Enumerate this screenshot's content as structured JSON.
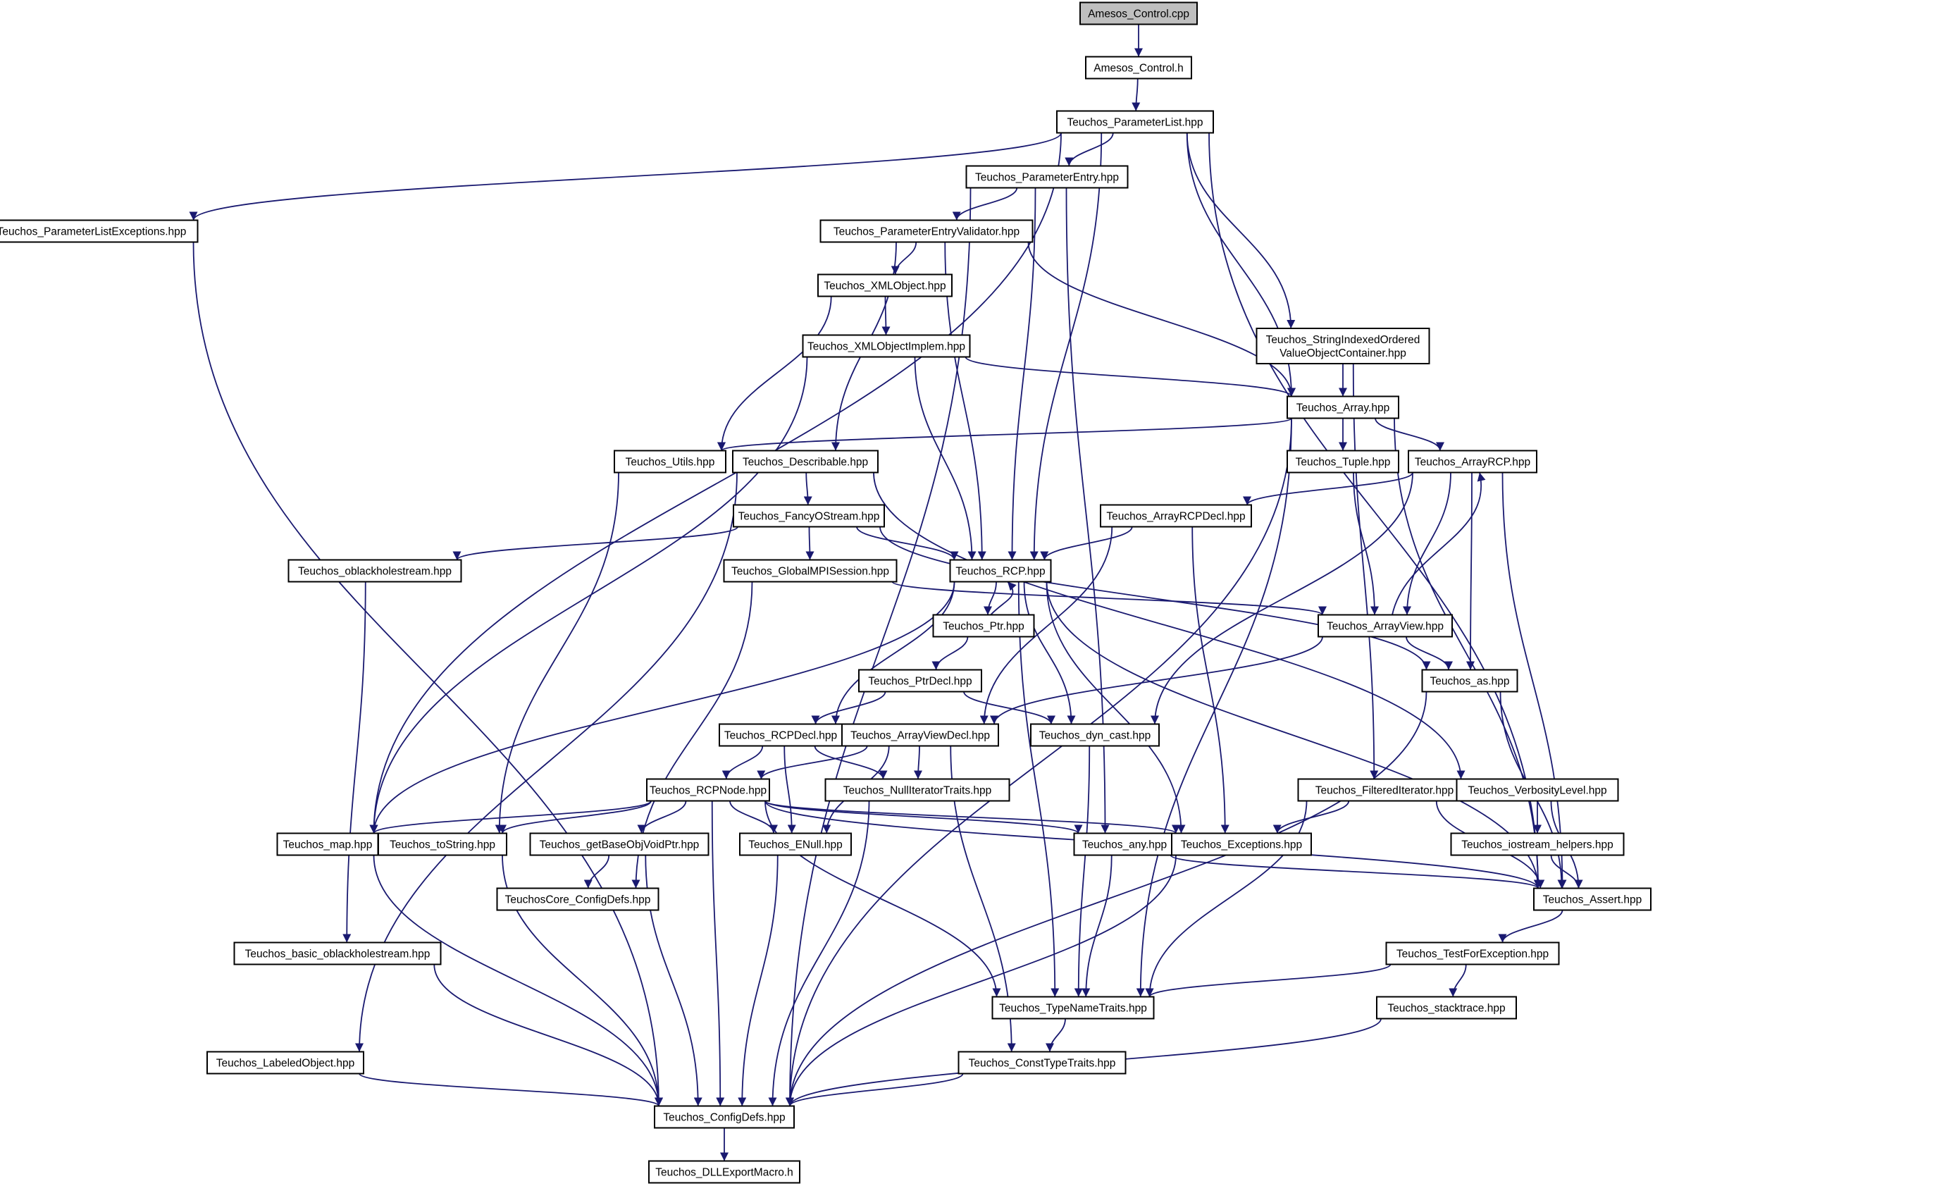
{
  "diagram": {
    "colors": {
      "edge": "#191970",
      "node_border": "#000000",
      "node_fill": "#ffffff",
      "root_fill": "#bfbfbf"
    },
    "nodes": [
      {
        "id": "amesos_control_cpp",
        "lines": [
          "Amesos_Control.cpp"
        ],
        "root": true
      },
      {
        "id": "amesos_control_h",
        "lines": [
          "Amesos_Control.h"
        ]
      },
      {
        "id": "parameterlist",
        "lines": [
          "Teuchos_ParameterList.hpp"
        ]
      },
      {
        "id": "parameterlistexceptions",
        "lines": [
          "Teuchos_ParameterListExceptions.hpp"
        ]
      },
      {
        "id": "parameterentry",
        "lines": [
          "Teuchos_ParameterEntry.hpp"
        ]
      },
      {
        "id": "parameterentryvalidator",
        "lines": [
          "Teuchos_ParameterEntryValidator.hpp"
        ]
      },
      {
        "id": "xmlobject",
        "lines": [
          "Teuchos_XMLObject.hpp"
        ]
      },
      {
        "id": "xmlobjectimplem",
        "lines": [
          "Teuchos_XMLObjectImplem.hpp"
        ]
      },
      {
        "id": "stringindexed",
        "lines": [
          "Teuchos_StringIndexedOrdered",
          "ValueObjectContainer.hpp"
        ]
      },
      {
        "id": "array",
        "lines": [
          "Teuchos_Array.hpp"
        ]
      },
      {
        "id": "utils",
        "lines": [
          "Teuchos_Utils.hpp"
        ]
      },
      {
        "id": "describable",
        "lines": [
          "Teuchos_Describable.hpp"
        ]
      },
      {
        "id": "tuple",
        "lines": [
          "Teuchos_Tuple.hpp"
        ]
      },
      {
        "id": "arrayrcp",
        "lines": [
          "Teuchos_ArrayRCP.hpp"
        ]
      },
      {
        "id": "fancyostream",
        "lines": [
          "Teuchos_FancyOStream.hpp"
        ]
      },
      {
        "id": "arrayrcpdecl",
        "lines": [
          "Teuchos_ArrayRCPDecl.hpp"
        ]
      },
      {
        "id": "oblackholestream",
        "lines": [
          "Teuchos_oblackholestream.hpp"
        ]
      },
      {
        "id": "globalmpisession",
        "lines": [
          "Teuchos_GlobalMPISession.hpp"
        ]
      },
      {
        "id": "rcp",
        "lines": [
          "Teuchos_RCP.hpp"
        ]
      },
      {
        "id": "ptr",
        "lines": [
          "Teuchos_Ptr.hpp"
        ]
      },
      {
        "id": "arrayview",
        "lines": [
          "Teuchos_ArrayView.hpp"
        ]
      },
      {
        "id": "ptrdecl",
        "lines": [
          "Teuchos_PtrDecl.hpp"
        ]
      },
      {
        "id": "as",
        "lines": [
          "Teuchos_as.hpp"
        ]
      },
      {
        "id": "rcpdecl",
        "lines": [
          "Teuchos_RCPDecl.hpp"
        ]
      },
      {
        "id": "arrayviewdecl",
        "lines": [
          "Teuchos_ArrayViewDecl.hpp"
        ]
      },
      {
        "id": "dyn_cast",
        "lines": [
          "Teuchos_dyn_cast.hpp"
        ]
      },
      {
        "id": "rcpnode",
        "lines": [
          "Teuchos_RCPNode.hpp"
        ]
      },
      {
        "id": "nulliteratortraits",
        "lines": [
          "Teuchos_NullIteratorTraits.hpp"
        ]
      },
      {
        "id": "filterediterator",
        "lines": [
          "Teuchos_FilteredIterator.hpp"
        ]
      },
      {
        "id": "verbositylevel",
        "lines": [
          "Teuchos_VerbosityLevel.hpp"
        ]
      },
      {
        "id": "map",
        "lines": [
          "Teuchos_map.hpp"
        ]
      },
      {
        "id": "tostring",
        "lines": [
          "Teuchos_toString.hpp"
        ]
      },
      {
        "id": "getbaseobjvoidptr",
        "lines": [
          "Teuchos_getBaseObjVoidPtr.hpp"
        ]
      },
      {
        "id": "enull",
        "lines": [
          "Teuchos_ENull.hpp"
        ]
      },
      {
        "id": "any",
        "lines": [
          "Teuchos_any.hpp"
        ]
      },
      {
        "id": "exceptions",
        "lines": [
          "Teuchos_Exceptions.hpp"
        ]
      },
      {
        "id": "iostream_helpers",
        "lines": [
          "Teuchos_iostream_helpers.hpp"
        ]
      },
      {
        "id": "coreconfigdefs",
        "lines": [
          "TeuchosCore_ConfigDefs.hpp"
        ]
      },
      {
        "id": "assert",
        "lines": [
          "Teuchos_Assert.hpp"
        ]
      },
      {
        "id": "basic_oblackholestream",
        "lines": [
          "Teuchos_basic_oblackholestream.hpp"
        ]
      },
      {
        "id": "testforexception",
        "lines": [
          "Teuchos_TestForException.hpp"
        ]
      },
      {
        "id": "typenametraits",
        "lines": [
          "Teuchos_TypeNameTraits.hpp"
        ]
      },
      {
        "id": "stacktrace",
        "lines": [
          "Teuchos_stacktrace.hpp"
        ]
      },
      {
        "id": "labeledobject",
        "lines": [
          "Teuchos_LabeledObject.hpp"
        ]
      },
      {
        "id": "consttypetraits",
        "lines": [
          "Teuchos_ConstTypeTraits.hpp"
        ]
      },
      {
        "id": "configdefs",
        "lines": [
          "Teuchos_ConfigDefs.hpp"
        ]
      },
      {
        "id": "dllexportmacro",
        "lines": [
          "Teuchos_DLLExportMacro.h"
        ]
      }
    ],
    "edges": [
      [
        "amesos_control_cpp",
        "amesos_control_h"
      ],
      [
        "amesos_control_h",
        "parameterlist"
      ],
      [
        "parameterlist",
        "parameterlistexceptions"
      ],
      [
        "parameterlist",
        "parameterentry"
      ],
      [
        "parameterlist",
        "map"
      ],
      [
        "parameterlist",
        "rcp"
      ],
      [
        "parameterlist",
        "array"
      ],
      [
        "parameterlist",
        "stringindexed"
      ],
      [
        "parameterlist",
        "assert"
      ],
      [
        "parameterlistexceptions",
        "configdefs"
      ],
      [
        "parameterentry",
        "parameterentryvalidator"
      ],
      [
        "parameterentry",
        "configdefs"
      ],
      [
        "parameterentry",
        "rcp"
      ],
      [
        "parameterentry",
        "any"
      ],
      [
        "parameterentryvalidator",
        "xmlobject"
      ],
      [
        "parameterentryvalidator",
        "describable"
      ],
      [
        "parameterentryvalidator",
        "rcp"
      ],
      [
        "parameterentryvalidator",
        "array"
      ],
      [
        "xmlobject",
        "xmlobjectimplem"
      ],
      [
        "xmlobject",
        "utils"
      ],
      [
        "xmlobjectimplem",
        "array"
      ],
      [
        "xmlobjectimplem",
        "rcp"
      ],
      [
        "xmlobjectimplem",
        "map"
      ],
      [
        "stringindexed",
        "array"
      ],
      [
        "stringindexed",
        "filterediterator"
      ],
      [
        "array",
        "utils"
      ],
      [
        "array",
        "tuple"
      ],
      [
        "array",
        "arrayrcp"
      ],
      [
        "array",
        "typenametraits"
      ],
      [
        "array",
        "assert"
      ],
      [
        "array",
        "configdefs"
      ],
      [
        "utils",
        "tostring"
      ],
      [
        "describable",
        "fancyostream"
      ],
      [
        "describable",
        "labeledobject"
      ],
      [
        "describable",
        "verbositylevel"
      ],
      [
        "tuple",
        "arrayview"
      ],
      [
        "arrayrcp",
        "arrayrcpdecl"
      ],
      [
        "arrayrcp",
        "arrayview"
      ],
      [
        "arrayrcp",
        "as"
      ],
      [
        "arrayrcp",
        "dyn_cast"
      ],
      [
        "arrayrcp",
        "assert"
      ],
      [
        "fancyostream",
        "globalmpisession"
      ],
      [
        "fancyostream",
        "oblackholestream"
      ],
      [
        "fancyostream",
        "rcp"
      ],
      [
        "fancyostream",
        "as"
      ],
      [
        "arrayrcpdecl",
        "rcp"
      ],
      [
        "arrayrcpdecl",
        "arrayviewdecl"
      ],
      [
        "arrayrcpdecl",
        "exceptions"
      ],
      [
        "oblackholestream",
        "basic_oblackholestream"
      ],
      [
        "globalmpisession",
        "coreconfigdefs"
      ],
      [
        "globalmpisession",
        "arrayview"
      ],
      [
        "rcp",
        "ptr"
      ],
      [
        "rcp",
        "rcpdecl"
      ],
      [
        "rcp",
        "dyn_cast"
      ],
      [
        "rcp",
        "typenametraits"
      ],
      [
        "rcp",
        "exceptions"
      ],
      [
        "rcp",
        "assert"
      ],
      [
        "rcp",
        "map"
      ],
      [
        "ptr",
        "rcp"
      ],
      [
        "ptr",
        "ptrdecl"
      ],
      [
        "arrayview",
        "arrayrcp"
      ],
      [
        "arrayview",
        "as"
      ],
      [
        "arrayview",
        "arrayviewdecl"
      ],
      [
        "ptrdecl",
        "rcpdecl"
      ],
      [
        "ptrdecl",
        "dyn_cast"
      ],
      [
        "as",
        "assert"
      ],
      [
        "as",
        "configdefs"
      ],
      [
        "rcpdecl",
        "rcpnode"
      ],
      [
        "rcpdecl",
        "nulliteratortraits"
      ],
      [
        "rcpdecl",
        "enull"
      ],
      [
        "arrayviewdecl",
        "rcpnode"
      ],
      [
        "arrayviewdecl",
        "nulliteratortraits"
      ],
      [
        "arrayviewdecl",
        "enull"
      ],
      [
        "arrayviewdecl",
        "consttypetraits"
      ],
      [
        "dyn_cast",
        "typenametraits"
      ],
      [
        "rcpnode",
        "map"
      ],
      [
        "rcpnode",
        "tostring"
      ],
      [
        "rcpnode",
        "getbaseobjvoidptr"
      ],
      [
        "rcpnode",
        "enull"
      ],
      [
        "rcpnode",
        "any"
      ],
      [
        "rcpnode",
        "exceptions"
      ],
      [
        "rcpnode",
        "assert"
      ],
      [
        "rcpnode",
        "typenametraits"
      ],
      [
        "rcpnode",
        "configdefs"
      ],
      [
        "nulliteratortraits",
        "configdefs"
      ],
      [
        "filterediterator",
        "exceptions"
      ],
      [
        "filterediterator",
        "assert"
      ],
      [
        "filterediterator",
        "typenametraits"
      ],
      [
        "verbositylevel",
        "iostream_helpers"
      ],
      [
        "verbositylevel",
        "assert"
      ],
      [
        "map",
        "configdefs"
      ],
      [
        "tostring",
        "configdefs"
      ],
      [
        "getbaseobjvoidptr",
        "coreconfigdefs"
      ],
      [
        "getbaseobjvoidptr",
        "configdefs"
      ],
      [
        "enull",
        "configdefs"
      ],
      [
        "any",
        "typenametraits"
      ],
      [
        "any",
        "assert"
      ],
      [
        "exceptions",
        "configdefs"
      ],
      [
        "iostream_helpers",
        "assert"
      ],
      [
        "assert",
        "testforexception"
      ],
      [
        "basic_oblackholestream",
        "configdefs"
      ],
      [
        "testforexception",
        "stacktrace"
      ],
      [
        "testforexception",
        "typenametraits"
      ],
      [
        "typenametraits",
        "consttypetraits"
      ],
      [
        "stacktrace",
        "configdefs"
      ],
      [
        "labeledobject",
        "configdefs"
      ],
      [
        "consttypetraits",
        "configdefs"
      ],
      [
        "configdefs",
        "dllexportmacro"
      ]
    ]
  }
}
